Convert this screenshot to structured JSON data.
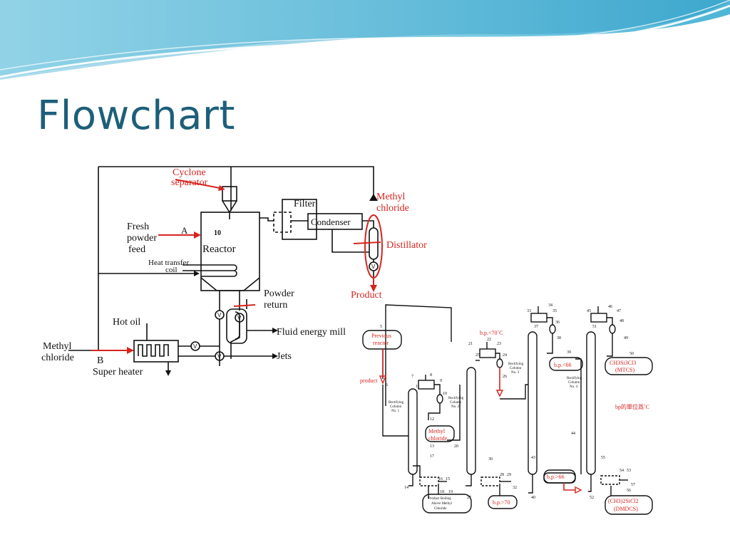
{
  "slide": {
    "title": "Flowchart"
  },
  "colors": {
    "title": "#1d5f7a",
    "header_wave": "#7ecbe0",
    "annotation": "#d8241f",
    "line": "#111111"
  },
  "left_diagram": {
    "cyclone_separator": [
      "Cyclone",
      "separator"
    ],
    "fresh_powder_feed": [
      "Fresh",
      "powder",
      "feed"
    ],
    "label_a": "A",
    "reactor_number": "10",
    "reactor": "Reactor",
    "heat_transfer_coil": [
      "Heat transfer",
      "coil"
    ],
    "filter": "Filter",
    "condenser": "Condenser",
    "methyl_chloride_out": [
      "Methyl",
      "chloride"
    ],
    "distillator": "Distillator",
    "product": "Product",
    "powder_return": [
      "Powder",
      "return"
    ],
    "fluid_energy_mill": "Fluid energy mill",
    "jets": "Jets",
    "hot_oil": "Hot oil",
    "methyl_chloride_in": [
      "Methyl",
      "chloride"
    ],
    "label_b": "B",
    "super_heater": "Super heater",
    "valve": "V"
  },
  "right_diagram": {
    "previous_reactor": [
      "Previous",
      "reactor"
    ],
    "product": "product",
    "bp_lt_70": "b.p.<70˚C",
    "bp_lt_66": "b.p.<66",
    "mtcs": [
      "CH3Si3Cl3",
      "(MTCS)"
    ],
    "unit_note": "bp的單位爲˚C",
    "methyl_chloride": [
      "Methyl",
      "chloride"
    ],
    "bp_gt_66": "b.p.>66",
    "bp_gt_70": "b.p.>70",
    "dmdcs": [
      "(CH3)2SiCl2",
      "(DMDCS)"
    ],
    "product_boiling": [
      "Product Boiling",
      "Above Methyl",
      "Chloride"
    ],
    "column_1": [
      "Rectifying",
      "Column",
      "No. 1"
    ],
    "column_2": [
      "Rectifying",
      "Column",
      "No. 2"
    ],
    "column_3": [
      "Rectifying",
      "Column",
      "No. 3"
    ],
    "column_4": [
      "Rectifying",
      "Column",
      "No. 4"
    ],
    "stream_numbers": {
      "n5": "5",
      "n6": "6",
      "n7": "7",
      "n8": "8",
      "n9": "9",
      "n10": "10",
      "n11": "11",
      "n12": "12",
      "n13": "13",
      "n14": "14",
      "n15": "15",
      "n16": "16",
      "n17": "17",
      "n18": "18",
      "n19": "19",
      "n20": "20",
      "n21": "21",
      "n22": "22",
      "n23": "23",
      "n24": "24",
      "n25": "25",
      "n26": "26",
      "n27": "27",
      "n28": "28",
      "n29": "29",
      "n30": "30",
      "n32": "32",
      "n33": "33",
      "n34": "34",
      "n35": "35",
      "n36": "36",
      "n37": "37",
      "n38": "38",
      "n39": "39",
      "n40": "40",
      "n43": "43",
      "n44": "44",
      "n45": "45",
      "n46": "46",
      "n47": "47",
      "n48": "48",
      "n49": "49",
      "n50": "50",
      "n51": "51",
      "n52": "52",
      "n53": "53",
      "n54": "54",
      "n55": "55",
      "n56": "56",
      "n57": "57"
    }
  }
}
